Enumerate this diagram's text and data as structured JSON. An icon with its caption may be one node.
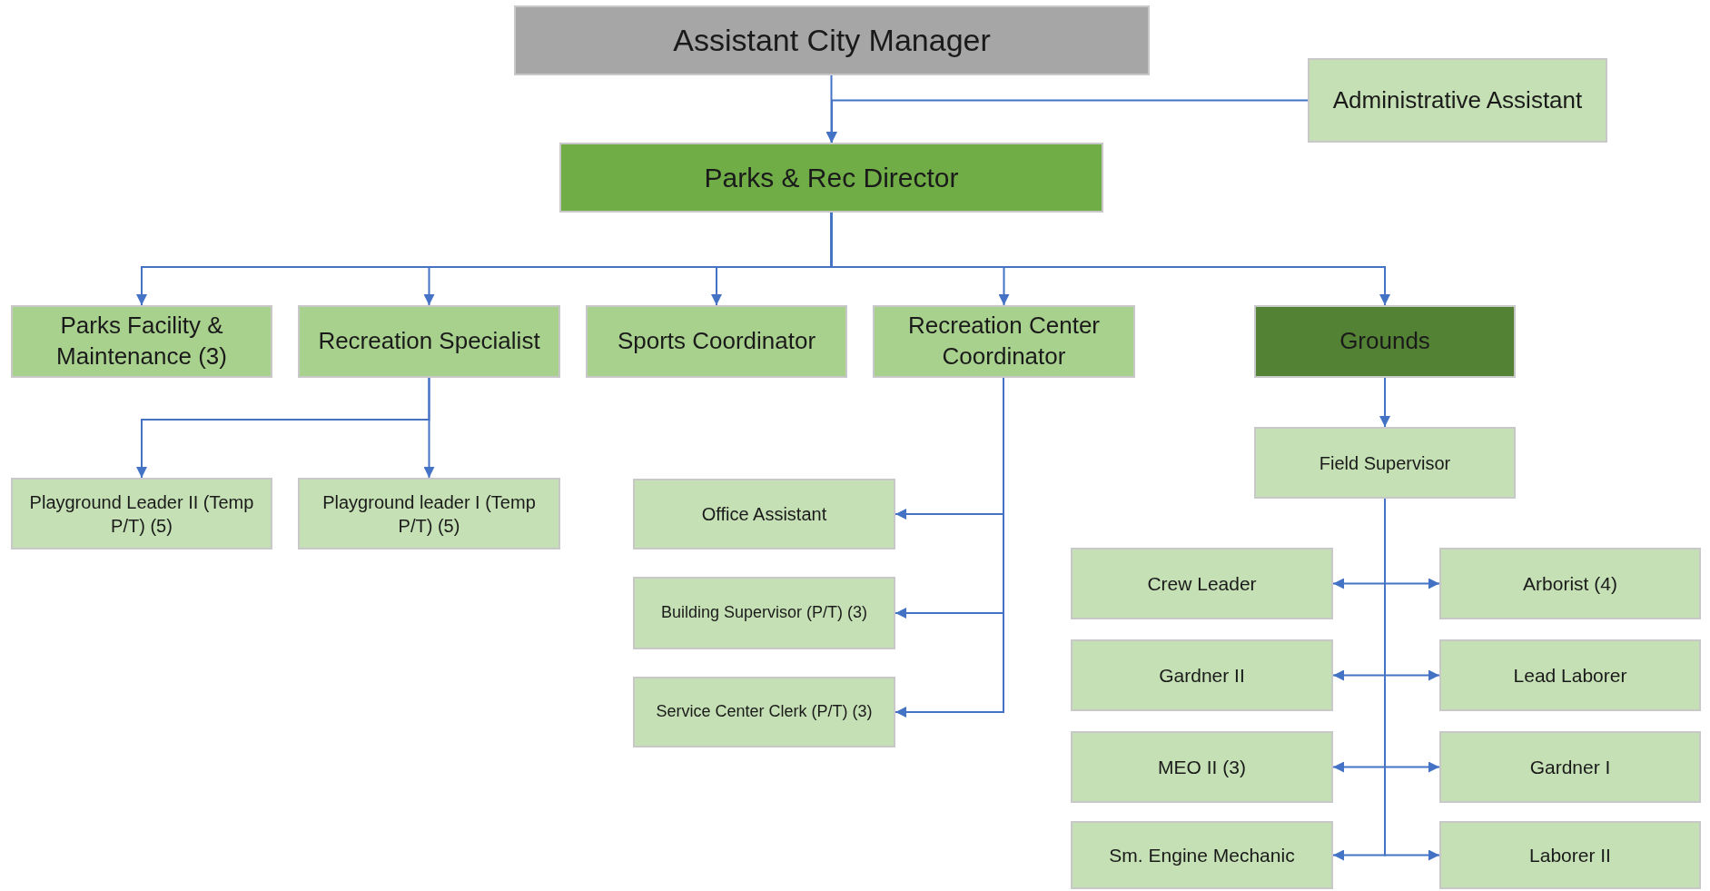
{
  "diagram": {
    "nodes": [
      {
        "text": [
          "Assistant City Manager"
        ]
      },
      {
        "text": [
          "Administrative Assistant"
        ]
      },
      {
        "text": [
          "Parks & Rec Director"
        ]
      },
      {
        "text": [
          "Parks Facility & Maintenance (3)"
        ]
      },
      {
        "text": [
          "Recreation Specialist"
        ]
      },
      {
        "text": [
          "Sports Coordinator"
        ]
      },
      {
        "text": [
          "Recreation Center Coordinator"
        ]
      },
      {
        "text": [
          "Grounds"
        ]
      },
      {
        "text": [
          "Playground Leader II (Temp P/T) (5)"
        ]
      },
      {
        "text": [
          "Playground leader I (Temp P/T) (5)"
        ]
      },
      {
        "text": [
          "Office Assistant"
        ]
      },
      {
        "text": [
          "Building Supervisor (P/T) (3)"
        ]
      },
      {
        "text": [
          "Service Center Clerk (P/T) (3)"
        ]
      },
      {
        "text": [
          "Field Supervisor"
        ]
      },
      {
        "text": [
          "Crew Leader"
        ]
      },
      {
        "text": [
          "Arborist (4)"
        ]
      },
      {
        "text": [
          "Gardner II"
        ]
      },
      {
        "text": [
          "Lead Laborer"
        ]
      },
      {
        "text": [
          "MEO II (3)"
        ]
      },
      {
        "text": [
          "Gardner I"
        ]
      },
      {
        "text": [
          "Sm. Engine Mechanic"
        ]
      },
      {
        "text": [
          "Laborer II"
        ]
      }
    ],
    "edges": [
      {
        "from": 0,
        "to": 2,
        "arrow": "to"
      },
      {
        "from": 1,
        "to": 2,
        "arrow": "to"
      },
      {
        "from": 2,
        "to": 3,
        "arrow": "to"
      },
      {
        "from": 2,
        "to": 4,
        "arrow": "to"
      },
      {
        "from": 2,
        "to": 5,
        "arrow": "to"
      },
      {
        "from": 2,
        "to": 6,
        "arrow": "to"
      },
      {
        "from": 2,
        "to": 7,
        "arrow": "to"
      },
      {
        "from": 4,
        "to": 8,
        "arrow": "to"
      },
      {
        "from": 4,
        "to": 9,
        "arrow": "to"
      },
      {
        "from": 6,
        "to": 10,
        "arrow": "to"
      },
      {
        "from": 6,
        "to": 11,
        "arrow": "to"
      },
      {
        "from": 6,
        "to": 12,
        "arrow": "to"
      },
      {
        "from": 7,
        "to": 13,
        "arrow": "to"
      },
      {
        "from": 13,
        "to": 14,
        "arrow": "to"
      },
      {
        "from": 13,
        "to": 15,
        "arrow": "to"
      },
      {
        "from": 13,
        "to": 16,
        "arrow": "to"
      },
      {
        "from": 13,
        "to": 17,
        "arrow": "to"
      },
      {
        "from": 13,
        "to": 18,
        "arrow": "to"
      },
      {
        "from": 13,
        "to": 19,
        "arrow": "to"
      },
      {
        "from": 13,
        "to": 20,
        "arrow": "to"
      },
      {
        "from": 13,
        "to": 21,
        "arrow": "to"
      }
    ]
  }
}
